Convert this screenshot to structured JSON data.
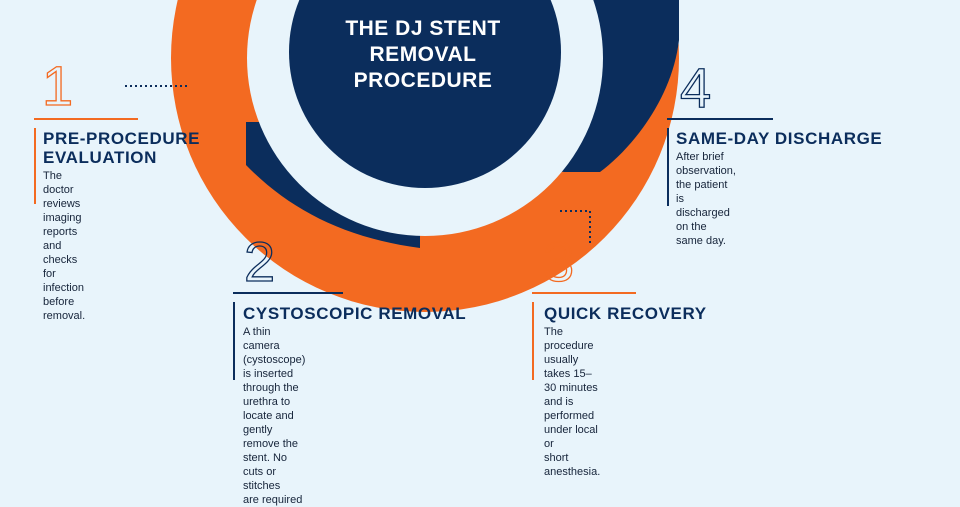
{
  "center": {
    "title_line1": "THE DJ STENT",
    "title_line2": "REMOVAL",
    "title_line3": "PROCEDURE"
  },
  "steps": [
    {
      "number": "1",
      "title_line1": "PRE-PROCEDURE",
      "title_line2": "EVALUATION",
      "desc_line1": "The doctor reviews imaging",
      "desc_line2": "reports and checks for infection",
      "desc_line3": "before removal.",
      "accent": "#f36a21"
    },
    {
      "number": "2",
      "title_line1": "CYSTOSCOPIC REMOVAL",
      "desc_line1": "A thin camera (cystoscope) is inserted",
      "desc_line2": "through the urethra to locate and gently",
      "desc_line3": "remove the stent. No cuts or stitches",
      "desc_line4": "are required",
      "accent": "#0b2d5c"
    },
    {
      "number": "3",
      "title_line1": "QUICK RECOVERY",
      "desc_line1": "The procedure usually takes 15–30 minutes",
      "desc_line2": "and is performed under local or",
      "desc_line3": "short anesthesia.",
      "accent": "#f36a21"
    },
    {
      "number": "4",
      "title_line1": "SAME-DAY DISCHARGE",
      "desc_line1": "After brief observation, the patient is",
      "desc_line2": "discharged on the same day.",
      "accent": "#0b2d5c"
    }
  ],
  "colors": {
    "navy": "#0b2d5c",
    "orange": "#f36a21",
    "background": "#e8f4fb"
  }
}
